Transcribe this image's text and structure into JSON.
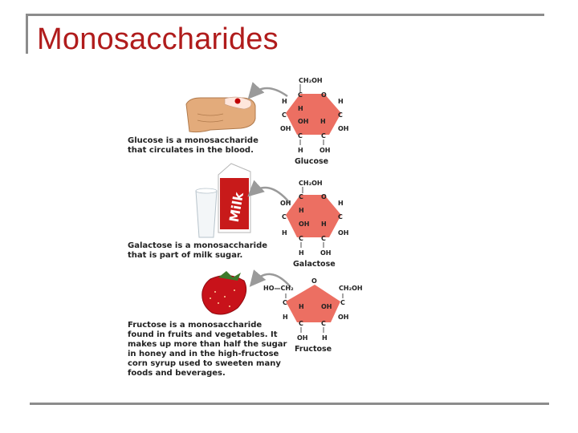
{
  "slide": {
    "title": "Monosaccharides"
  },
  "glucose": {
    "caption_lines": [
      "Glucose is a monosaccharide",
      "that circulates in the blood."
    ],
    "name": "Glucose",
    "top_group": "CH₂OH",
    "ring_o": "O",
    "h": "H",
    "oh": "OH",
    "c": "C"
  },
  "galactose": {
    "caption_lines": [
      "Galactose is a monosaccharide",
      "that is part of milk sugar."
    ],
    "name": "Galactose",
    "top_group": "CH₂OH",
    "ring_o": "O",
    "h": "H",
    "oh": "OH",
    "c": "C",
    "carton_text": "Milk"
  },
  "fructose": {
    "caption_lines": [
      "Fructose is a monosaccharide",
      "found in fruits and vegetables. It",
      "makes up more than half the sugar",
      "in honey and in the high-fructose",
      "corn syrup used to sweeten many",
      "foods and beverages."
    ],
    "name": "Fructose",
    "left_group": "HO—CH₂",
    "right_group": "CH₂OH",
    "ring_o": "O",
    "h": "H",
    "oh": "OH",
    "c": "C"
  },
  "colors": {
    "title": "#b01c1c",
    "ring_fill": "#ec6f62",
    "frame": "#8c8c8c"
  }
}
